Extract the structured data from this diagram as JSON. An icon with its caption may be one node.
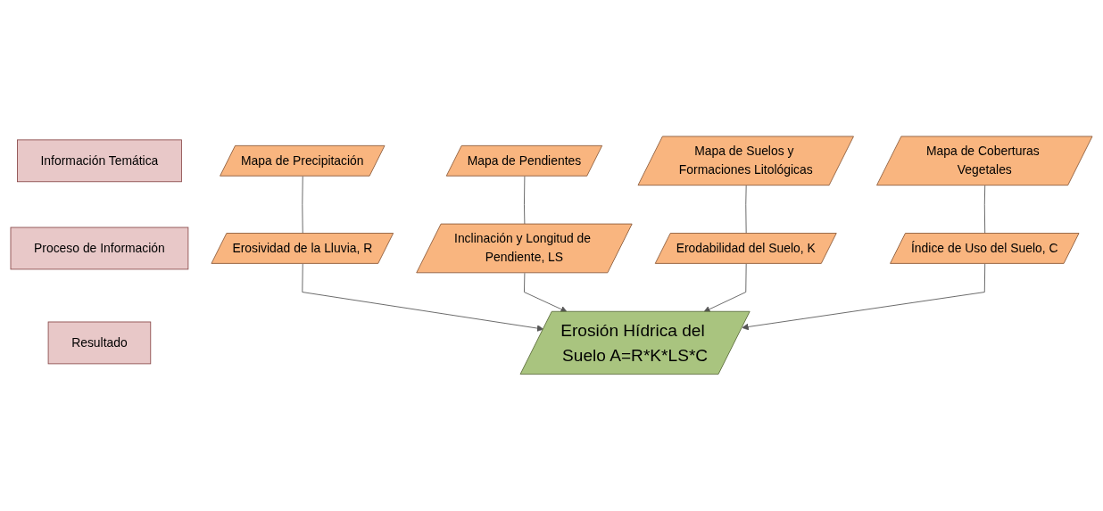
{
  "diagram": {
    "nodes": [
      {
        "text": [
          "Información Temática"
        ]
      },
      {
        "text": [
          "Mapa de Precipitación"
        ]
      },
      {
        "text": [
          "Mapa de Pendientes"
        ]
      },
      {
        "text": [
          "Mapa de Suelos y Formaciones Litológicas"
        ]
      },
      {
        "text": [
          "Mapa de Coberturas Vegetales"
        ]
      },
      {
        "text": [
          "Proceso de Información"
        ]
      },
      {
        "text": [
          "Erosividad de la Lluvia, R"
        ]
      },
      {
        "text": [
          "Inclinación y Longitud de Pendiente, LS"
        ]
      },
      {
        "text": [
          "Erodabilidad del Suelo, K"
        ]
      },
      {
        "text": [
          "Índice de Uso del Suelo, C"
        ]
      },
      {
        "text": [
          "Resultado"
        ]
      },
      {
        "text": [
          "Erosión Hídrica del Suelo A=R*K*LS*C"
        ]
      }
    ],
    "edges": [
      {
        "from": 1,
        "to": 6,
        "arrow": "none"
      },
      {
        "from": 2,
        "to": 7,
        "arrow": "none"
      },
      {
        "from": 3,
        "to": 8,
        "arrow": "none"
      },
      {
        "from": 4,
        "to": 9,
        "arrow": "none"
      },
      {
        "from": 6,
        "to": 11,
        "arrow": "to"
      },
      {
        "from": 7,
        "to": 11,
        "arrow": "to"
      },
      {
        "from": 8,
        "to": 11,
        "arrow": "to"
      },
      {
        "from": 9,
        "to": 11,
        "arrow": "to"
      }
    ]
  }
}
